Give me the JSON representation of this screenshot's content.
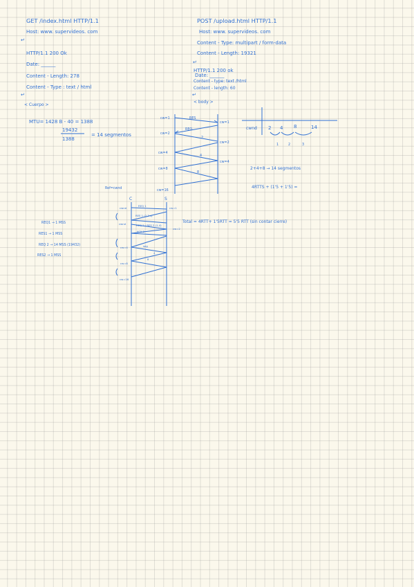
{
  "http_get": {
    "request_line": "GET  /index.html   HTTP/1.1",
    "host": "Host: www. supervideos. com",
    "crlf": "↵",
    "status": "HTTP/1.1  200  Ok",
    "date": "Date: ______",
    "content_length": "Content - Length: 278",
    "content_type": "Content - Type : text / html",
    "body": "< Cuerpo >"
  },
  "http_post": {
    "request_line": "POST   /upload.html   HTTP/1.1",
    "host": "Host:   www. supervideos. com",
    "content_type": "Content - Type:   multipart / form-data",
    "content_length": "Content - Length:   19321",
    "crlf": "↵",
    "status": "HTTP/1.1  200  ok",
    "date": "Date: ______",
    "resp_content_type": "Content - type: text /html",
    "resp_content_length": "Content - length: 60",
    "body": "< body >"
  },
  "mtu": {
    "line1": "MTU= 1428 B - 40  =  1388",
    "numerator": "19432",
    "denominator": "1388",
    "result": "=  14 segmentos"
  },
  "diagram1": {
    "left_labels": [
      "cw=1",
      "cw=2",
      "cw=4",
      "cw=8",
      "cw=16"
    ],
    "right_labels": [
      "cw=1",
      "cw=2",
      "cw=4"
    ],
    "arrows": [
      "RES",
      "REQ",
      "2",
      "4",
      "8"
    ],
    "ref_label": "Ref=cwnd"
  },
  "cwnd_table": {
    "header": "cwnd",
    "values": [
      "2",
      "4",
      "8",
      "14"
    ],
    "indices": [
      "1",
      "2",
      "3"
    ],
    "sum": "2+4+8 → 14 segmentos",
    "rtts": "4RTTS + (1'5 + 1'5) ="
  },
  "diagram2": {
    "client": "C",
    "server": "S",
    "left_labels": [
      "cwnd",
      "cwnd",
      "cw=4",
      "cw=8",
      "cw=16"
    ],
    "right_labels": [
      "cw=1",
      "cw=2"
    ],
    "arrows": [
      "REQ 1",
      "RES 1 (2,3 s)",
      "REQ 2 / RES 2 (1,4)",
      "ACK 2",
      "seg",
      "4",
      "8"
    ],
    "total": "Total =  4RTT+ 1'5RTT = 5'5 RTT   (sin contar cierre)"
  },
  "notes": [
    "REQ1 → 1 MSS",
    "RES1 → 1 MSS",
    "REQ 2 → 14 MSS  (19432)",
    "RES2 → 1 MSS"
  ]
}
